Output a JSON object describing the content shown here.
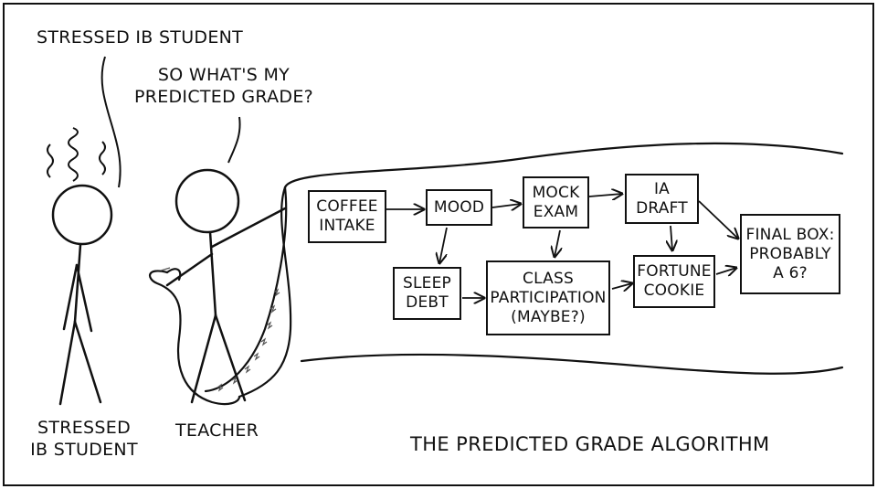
{
  "top_label": "STRESSED IB STUDENT",
  "speech": {
    "line1": "SO WHAT'S MY",
    "line2": "PREDICTED GRADE?"
  },
  "student_label": {
    "line1": "STRESSED",
    "line2": "IB STUDENT"
  },
  "teacher_label": "TEACHER",
  "flowchart": {
    "coffee": "COFFEE\nINTAKE",
    "mood": "MOOD",
    "mock": "MOCK\nEXAM",
    "ia": "IA\nDRAFT",
    "final": "FINAL BOX:\nPROBABLY\nA 6?",
    "sleep": "SLEEP\nDEBT",
    "class": "CLASS\nPARTICIPATION\n(MAYBE?)",
    "fortune": "FORTUNE\nCOOKIE"
  },
  "caption": "THE PREDICTED GRADE ALGORITHM"
}
